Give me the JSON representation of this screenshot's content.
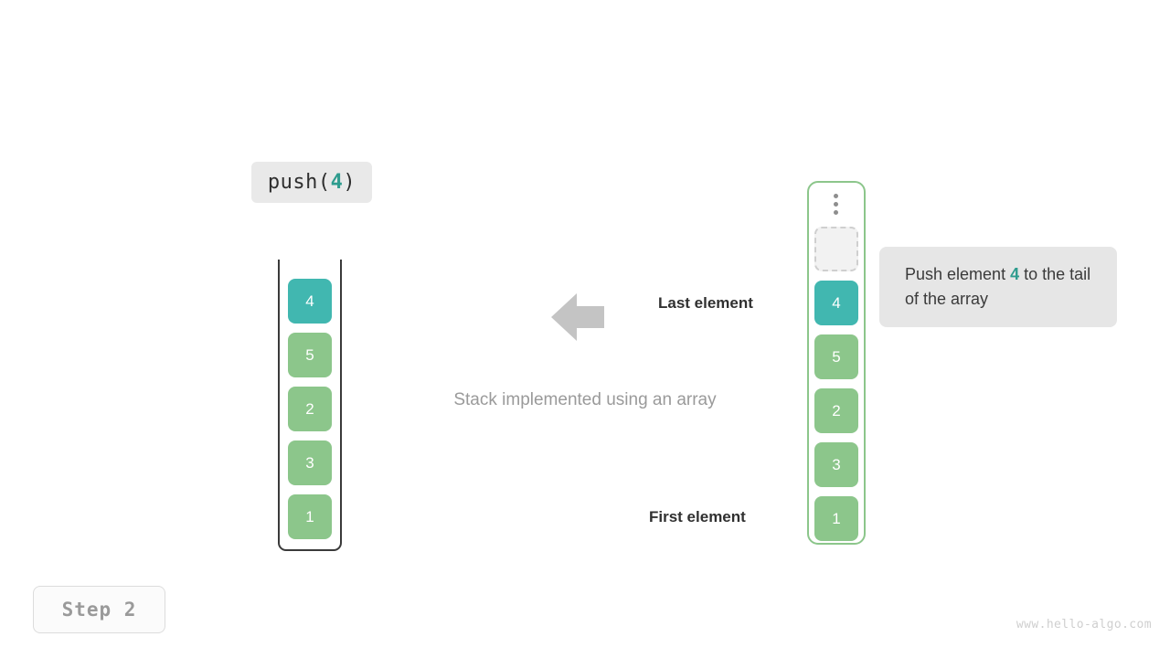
{
  "operation": {
    "prefix": "push(",
    "argument": "4",
    "suffix": ")",
    "full": "push(4)"
  },
  "stack_panel": {
    "caption": "Stack implemented using an array",
    "cells": [
      {
        "value": "4",
        "color": "teal",
        "hex": "#41b7b0"
      },
      {
        "value": "5",
        "color": "green",
        "hex": "#8cc68b"
      },
      {
        "value": "2",
        "color": "green",
        "hex": "#8cc68b"
      },
      {
        "value": "3",
        "color": "green",
        "hex": "#8cc68b"
      },
      {
        "value": "1",
        "color": "green",
        "hex": "#8cc68b"
      }
    ],
    "border_color": "#3a3a3a"
  },
  "annotations": {
    "last_element": "Last element",
    "first_element": "First element",
    "arrow_color": "#c4c4c4",
    "arrow_direction": "left"
  },
  "array_panel": {
    "ellipsis": "⋮",
    "border_color": "#8cc68b",
    "cells": [
      {
        "value": "",
        "color": "empty",
        "hex": "#f2f2f2"
      },
      {
        "value": "4",
        "color": "teal",
        "hex": "#41b7b0"
      },
      {
        "value": "5",
        "color": "green",
        "hex": "#8cc68b"
      },
      {
        "value": "2",
        "color": "green",
        "hex": "#8cc68b"
      },
      {
        "value": "3",
        "color": "green",
        "hex": "#8cc68b"
      },
      {
        "value": "1",
        "color": "green",
        "hex": "#8cc68b"
      }
    ]
  },
  "tooltip": {
    "text_before": "Push element ",
    "highlight": "4",
    "text_after": " to the tail of the array",
    "full": "Push element 4 to the tail of the array",
    "accent": "#2e9c8e"
  },
  "step_badge": {
    "label": "Step 2"
  },
  "footer": {
    "watermark": "www.hello-algo.com"
  }
}
